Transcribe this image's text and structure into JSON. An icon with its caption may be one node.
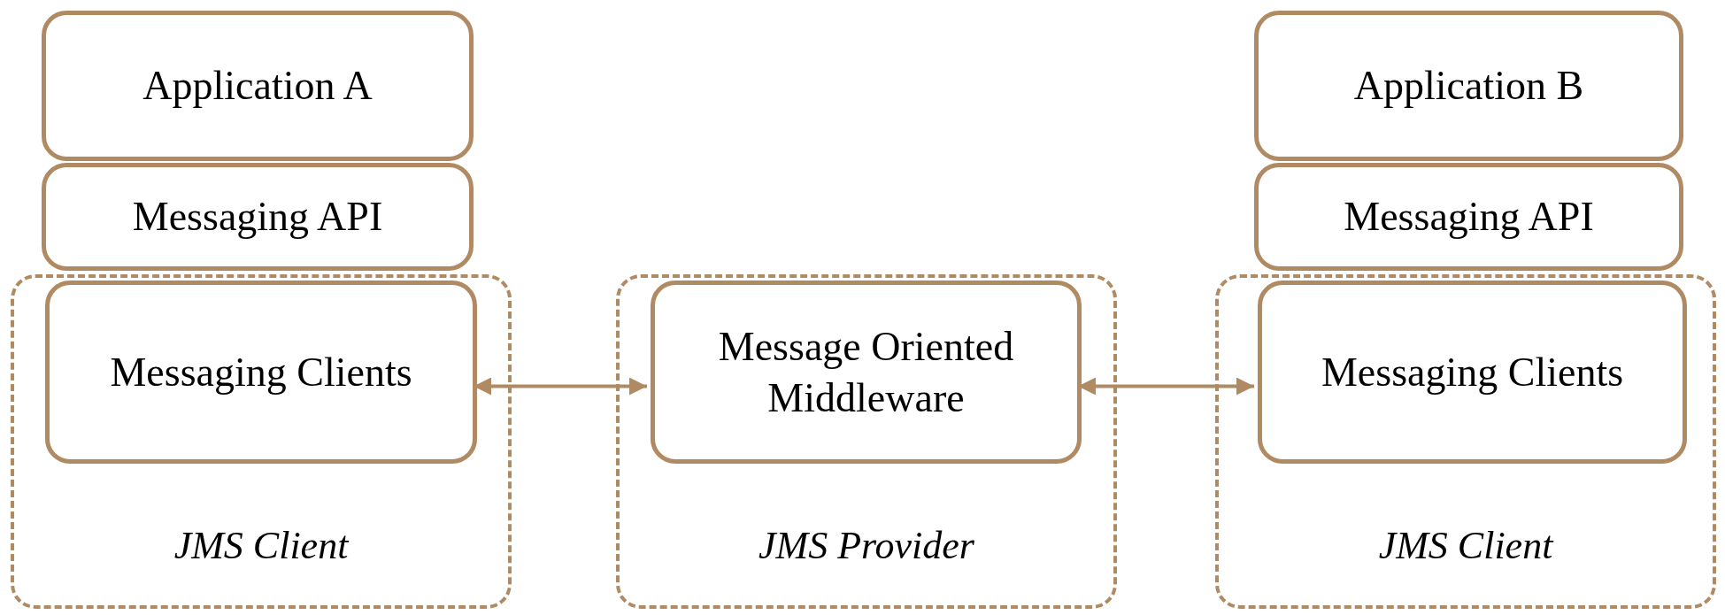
{
  "diagram": {
    "nodes": [
      {
        "text": [
          "Application A"
        ]
      },
      {
        "text": [
          "Messaging API"
        ]
      },
      {
        "text": [
          "JMS Client"
        ]
      },
      {
        "text": [
          "Messaging Clients"
        ],
        "in": 2
      },
      {
        "text": [
          "JMS Provider"
        ]
      },
      {
        "text": [
          "Message Oriented Middleware"
        ],
        "in": 4
      },
      {
        "text": [
          "Application B"
        ]
      },
      {
        "text": [
          "Messaging API"
        ]
      },
      {
        "text": [
          "JMS Client"
        ]
      },
      {
        "text": [
          "Messaging Clients"
        ],
        "in": 8
      }
    ],
    "edges": [
      {
        "from": 3,
        "to": 5,
        "arrow": "both"
      },
      {
        "from": 5,
        "to": 9,
        "arrow": "both"
      }
    ]
  }
}
